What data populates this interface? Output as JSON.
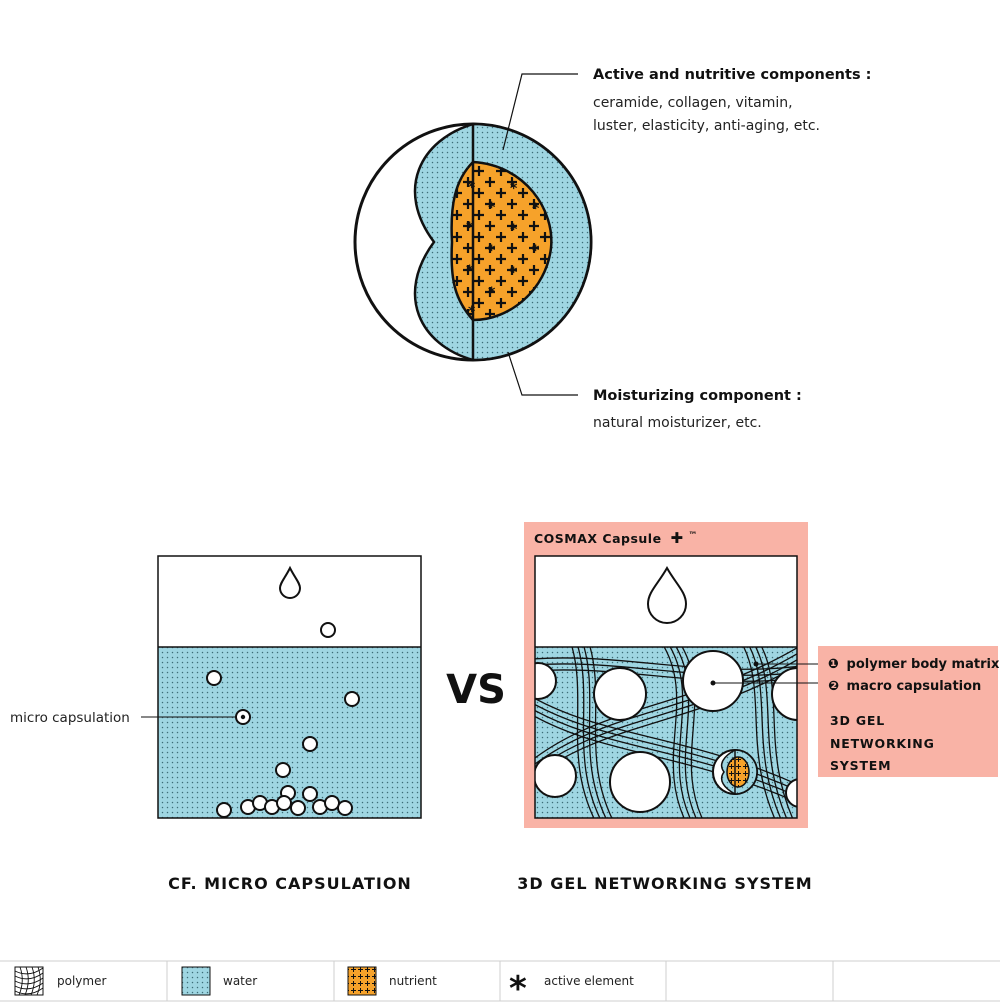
{
  "capsule_callouts": {
    "active_title": "Active and nutritive components :",
    "active_line1": "ceramide, collagen, vitamin,",
    "active_line2": "luster, elasticity, anti-aging, etc.",
    "moist_title": "Moisturizing component :",
    "moist_line1": "natural moisturizer, etc."
  },
  "left_panel": {
    "callout": "micro capsulation",
    "caption": "CF. MICRO CAPSULATION"
  },
  "vs_label": "VS",
  "right_panel": {
    "brand": "COSMAX Capsule",
    "brand_mark": "✚",
    "brand_tm": "™",
    "callout1_num": "❶",
    "callout1": "polymer body matrix",
    "callout2_num": "❷",
    "callout2": "macro capsulation",
    "system_line1": "3D GEL",
    "system_line2": "NETWORKING",
    "system_line3": "SYSTEM",
    "caption": "3D GEL NETWORKING SYSTEM"
  },
  "legend": {
    "items": [
      {
        "label": "polymer",
        "icon": "polymer-swatch-icon"
      },
      {
        "label": "water",
        "icon": "water-swatch-icon"
      },
      {
        "label": "nutrient",
        "icon": "nutrient-swatch-icon"
      },
      {
        "label": "active element",
        "icon": "asterisk-icon"
      }
    ]
  },
  "colors": {
    "water": "#9fd6e2",
    "nutrient": "#f6a22a",
    "panel_pink": "#f9b3a6",
    "ink": "#111111"
  }
}
